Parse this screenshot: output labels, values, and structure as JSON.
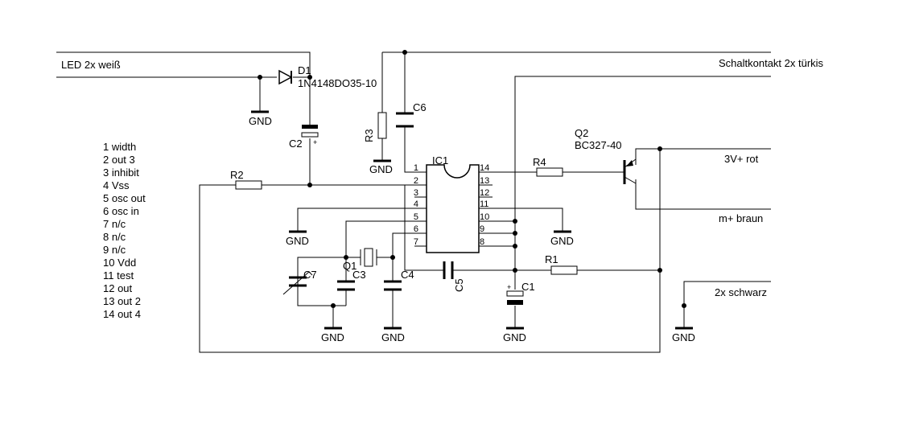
{
  "labels": {
    "led": "LED 2x weiß",
    "schaltkontakt": "Schaltkontakt 2x türkis",
    "v3_rot": "3V+ rot",
    "m_braun": "m+ braun",
    "schwarz": "2x schwarz"
  },
  "components": {
    "d1_ref": "D1",
    "d1_value": "1N4148DO35-10",
    "c2": "C2",
    "c6": "C6",
    "r3": "R3",
    "r2": "R2",
    "r4": "R4",
    "r1": "R1",
    "q2_ref": "Q2",
    "q2_value": "BC327-40",
    "ic1": "IC1",
    "q1": "Q1",
    "c7": "C7",
    "c3": "C3",
    "c4": "C4",
    "c5": "C5",
    "c1": "C1"
  },
  "gnd_label": "GND",
  "ic_pins": {
    "left": [
      "1",
      "2",
      "3",
      "4",
      "5",
      "6",
      "7"
    ],
    "right": [
      "14",
      "13",
      "12",
      "11",
      "10",
      "9",
      "8"
    ]
  },
  "pin_legend": [
    "1 width",
    "2 out 3",
    "3 inhibit",
    "4 Vss",
    "5 osc out",
    "6 osc in",
    "7 n/c",
    "8 n/c",
    "9 n/c",
    "10 Vdd",
    "11 test",
    "12 out",
    "13 out 2",
    "14 out 4"
  ]
}
